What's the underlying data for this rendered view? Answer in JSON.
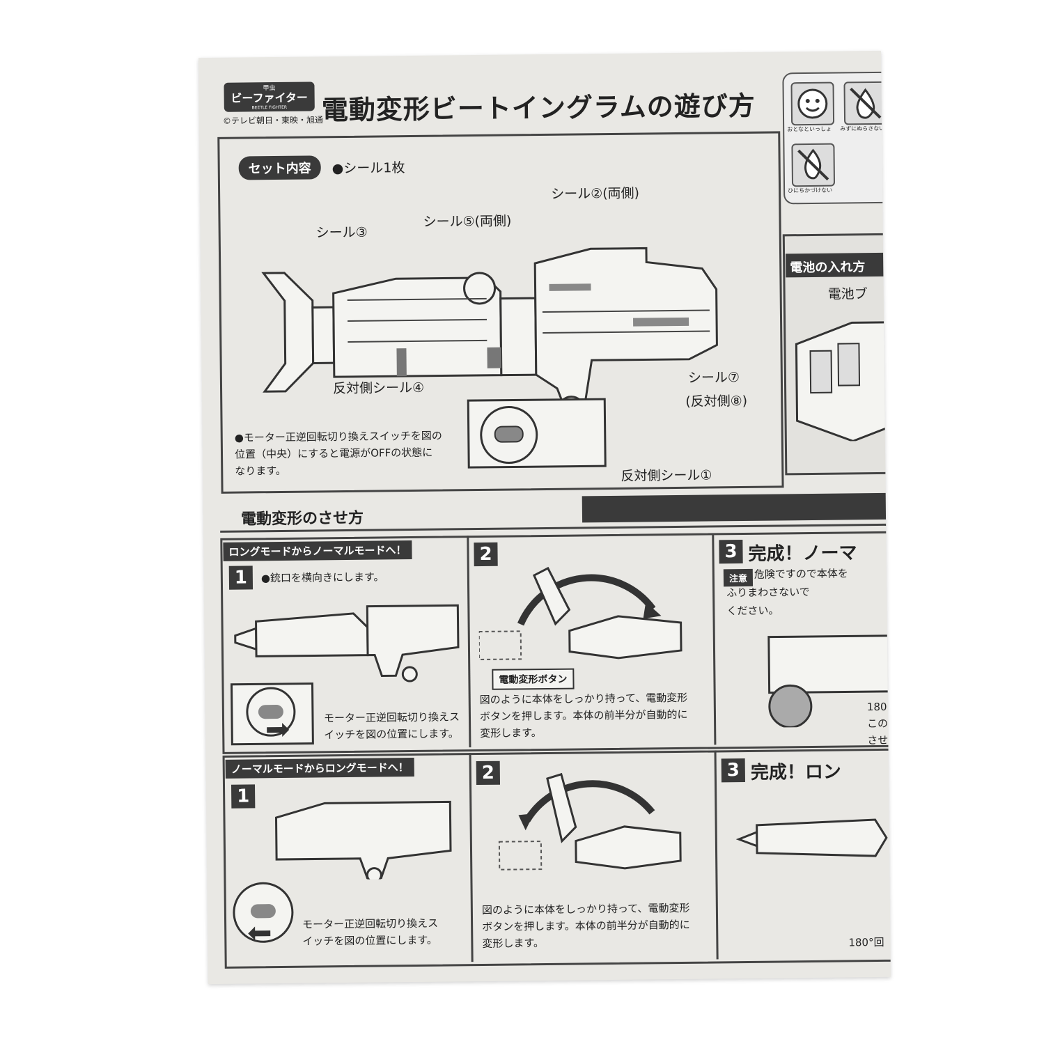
{
  "header": {
    "logo_line1": "甲虫",
    "logo_line2": "ビーファイター",
    "logo_line3": "BEETLE FIGHTER",
    "copyright": "©テレビ朝日・東映・旭通",
    "title": "電動変形ビートイングラムの遊び方"
  },
  "icons": [
    {
      "name": "smiley-icon",
      "caption": "おとなといっしょ"
    },
    {
      "name": "no-water-icon",
      "caption": "みずにぬらさないで"
    },
    {
      "name": "no-fire-icon",
      "caption": "ひにちかづけない"
    }
  ],
  "contents": {
    "pill": "セット内容",
    "item": "●シール1枚",
    "labels": {
      "seal2": "シール②(両側)",
      "seal5": "シール⑤(両側)",
      "seal3": "シール③",
      "seal4": "反対側シール④",
      "seal7": "シール⑦",
      "seal8": "(反対側⑧)",
      "seal1": "反対側シール①"
    },
    "note_lines": [
      "●モーター正逆回転切り換えスイッチを図の",
      "位置（中央）にすると電源がOFFの状態に",
      "なります。"
    ]
  },
  "battery": {
    "heading": "電池の入れ方",
    "label": "電池ブ"
  },
  "transform": {
    "section_title": "電動変形のさせ方",
    "row1": {
      "band": "ロングモードからノーマルモードへ！",
      "step1_num": "1",
      "step1_text": "●銃口を横向きにします。",
      "step1_switch_lines": [
        "モーター正逆回転切り換えス",
        "イッチを図の位置にします。"
      ],
      "step2_num": "2",
      "button_label": "電動変形ボタン",
      "step2_lines": [
        "図のように本体をしっかり持って、電動変形",
        "ボタンを押します。本体の前半分が自動的に",
        "変形します。"
      ],
      "step3_num": "3",
      "step3_title": "完成！ノーマ",
      "caution_tag": "注意",
      "caution_lines": [
        "危険ですので本体を",
        "ふりまわさないで",
        "ください。"
      ],
      "step3_frag_lines": [
        "180",
        "この",
        "させ"
      ]
    },
    "row2": {
      "band": "ノーマルモードからロングモードへ！",
      "step1_num": "1",
      "step1_switch_lines": [
        "モーター正逆回転切り換えス",
        "イッチを図の位置にします。"
      ],
      "step2_num": "2",
      "step2_lines": [
        "図のように本体をしっかり持って、電動変形",
        "ボタンを押します。本体の前半分が自動的に",
        "変形します。"
      ],
      "step3_num": "3",
      "step3_title": "完成！ロン",
      "step3_frag": "180°回"
    }
  }
}
